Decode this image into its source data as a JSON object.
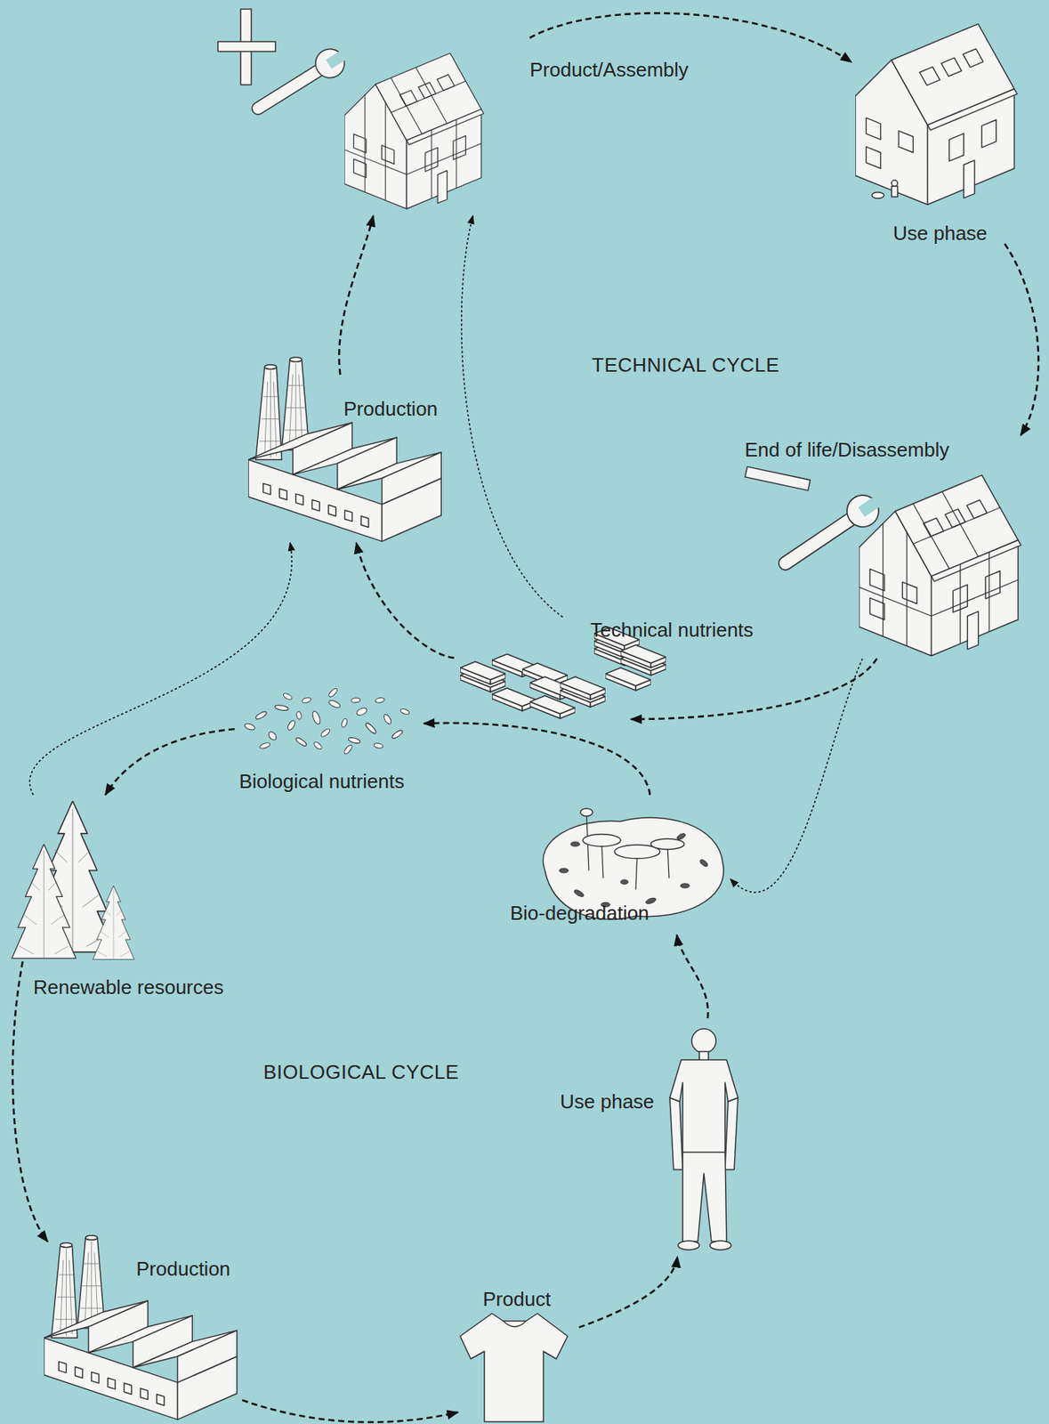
{
  "diagram": {
    "nodes": [
      {
        "text": [
          "Product/Assembly"
        ]
      },
      {
        "text": [
          "Use phase"
        ]
      },
      {
        "text": [
          "Production"
        ]
      },
      {
        "text": [
          "End of life/Disassembly"
        ]
      },
      {
        "text": [
          "Technical nutrients"
        ]
      },
      {
        "text": [
          "Biological nutrients"
        ]
      },
      {
        "text": [
          "Renewable resources"
        ]
      },
      {
        "text": [
          "Bio-degradation"
        ]
      },
      {
        "text": [
          "Use phase"
        ]
      },
      {
        "text": [
          "Production"
        ]
      },
      {
        "text": [
          "Product"
        ]
      }
    ],
    "edges": [
      {
        "from": 2,
        "to": 0,
        "arrow": "to"
      },
      {
        "from": 0,
        "to": 1,
        "arrow": "to"
      },
      {
        "from": 1,
        "to": 3,
        "arrow": "to"
      },
      {
        "from": 3,
        "to": 4,
        "arrow": "to"
      },
      {
        "from": 4,
        "to": 2,
        "arrow": "to"
      },
      {
        "from": 4,
        "to": 0,
        "arrow": "to"
      },
      {
        "from": 3,
        "to": 7,
        "arrow": "to"
      },
      {
        "from": 7,
        "to": 5,
        "arrow": "to"
      },
      {
        "from": 5,
        "to": 6,
        "arrow": "to"
      },
      {
        "from": 6,
        "to": 2,
        "arrow": "to"
      },
      {
        "from": 6,
        "to": 9,
        "arrow": "to"
      },
      {
        "from": 9,
        "to": 10,
        "arrow": "to"
      },
      {
        "from": 10,
        "to": 8,
        "arrow": "to"
      },
      {
        "from": 8,
        "to": 7,
        "arrow": "to"
      }
    ],
    "labels": [
      "TECHNICAL CYCLE",
      "BIOLOGICAL CYCLE"
    ]
  }
}
